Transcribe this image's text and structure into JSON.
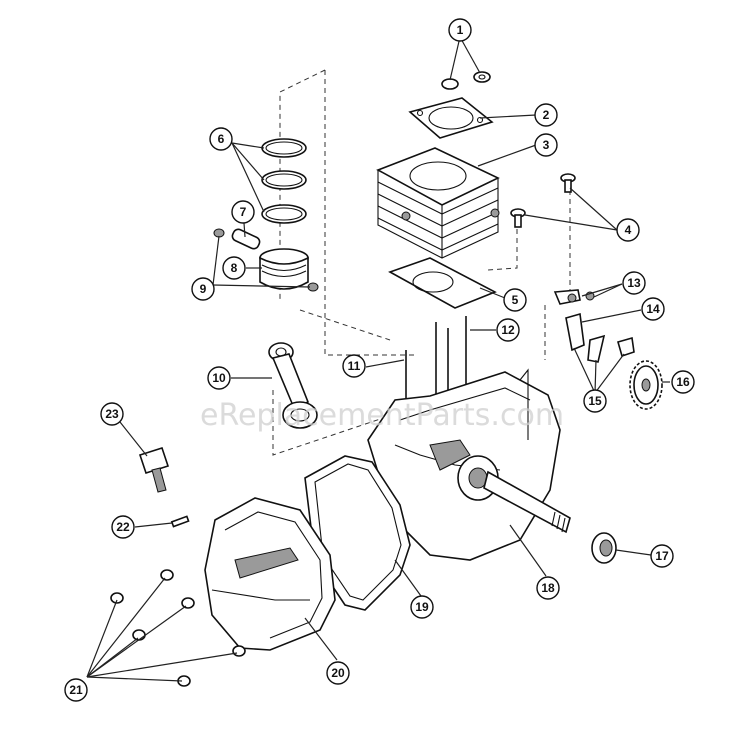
{
  "watermark": "eReplacementParts.com",
  "callouts": [
    {
      "n": "1"
    },
    {
      "n": "2"
    },
    {
      "n": "3"
    },
    {
      "n": "4"
    },
    {
      "n": "5"
    },
    {
      "n": "6"
    },
    {
      "n": "7"
    },
    {
      "n": "8"
    },
    {
      "n": "9"
    },
    {
      "n": "10"
    },
    {
      "n": "11"
    },
    {
      "n": "12"
    },
    {
      "n": "13"
    },
    {
      "n": "14"
    },
    {
      "n": "15"
    },
    {
      "n": "16"
    },
    {
      "n": "17"
    },
    {
      "n": "18"
    },
    {
      "n": "19"
    },
    {
      "n": "20"
    },
    {
      "n": "21"
    },
    {
      "n": "22"
    },
    {
      "n": "23"
    }
  ]
}
